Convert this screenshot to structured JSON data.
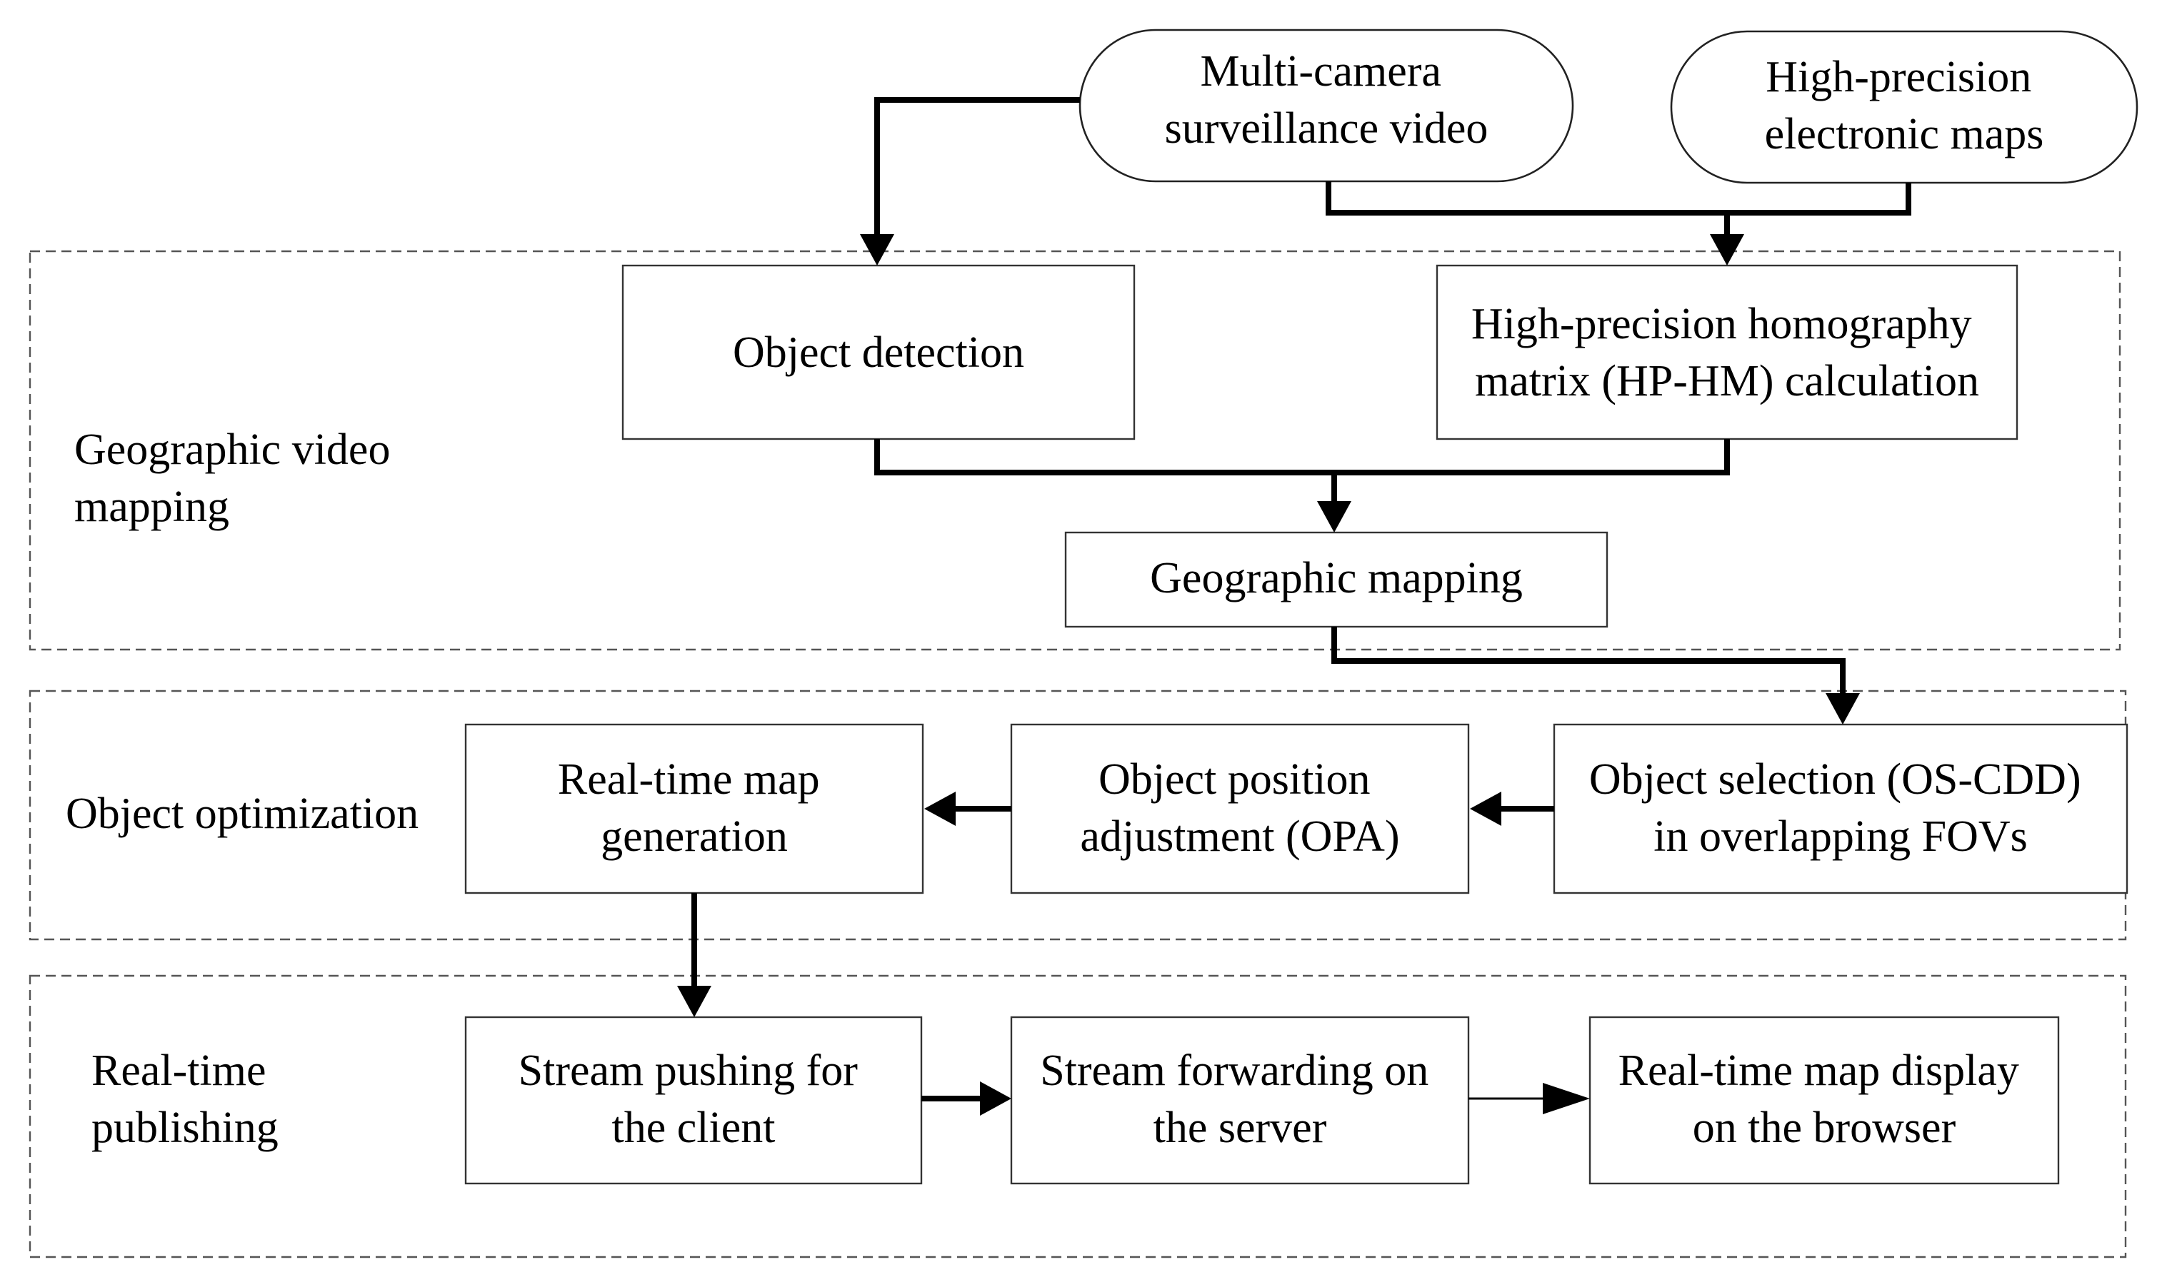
{
  "diagram": {
    "sources": {
      "video": {
        "lines": [
          "Multi-camera",
          "surveillance video"
        ]
      },
      "maps": {
        "lines": [
          "High-precision",
          "electronic maps"
        ]
      }
    },
    "groups": {
      "mapping": {
        "lines": [
          "Geographic video",
          "mapping"
        ]
      },
      "optimization": {
        "lines": [
          "Object optimization"
        ]
      },
      "publishing": {
        "lines": [
          "Real-time",
          "publishing"
        ]
      }
    },
    "nodes": {
      "object_detection": {
        "lines": [
          "Object detection"
        ]
      },
      "hp_hm": {
        "lines": [
          "High-precision homography",
          "matrix (HP-HM) calculation"
        ]
      },
      "geo_mapping": {
        "lines": [
          "Geographic mapping"
        ]
      },
      "os_cdd": {
        "lines": [
          "Object selection (OS-CDD)",
          "in overlapping FOVs"
        ]
      },
      "opa": {
        "lines": [
          "Object position",
          "adjustment (OPA)"
        ]
      },
      "map_generation": {
        "lines": [
          "Real-time map",
          "generation"
        ]
      },
      "stream_push": {
        "lines": [
          "Stream pushing for",
          "the client"
        ]
      },
      "stream_forward": {
        "lines": [
          "Stream forwarding on",
          "the server"
        ]
      },
      "map_display": {
        "lines": [
          "Real-time map display",
          "on the browser"
        ]
      }
    }
  }
}
